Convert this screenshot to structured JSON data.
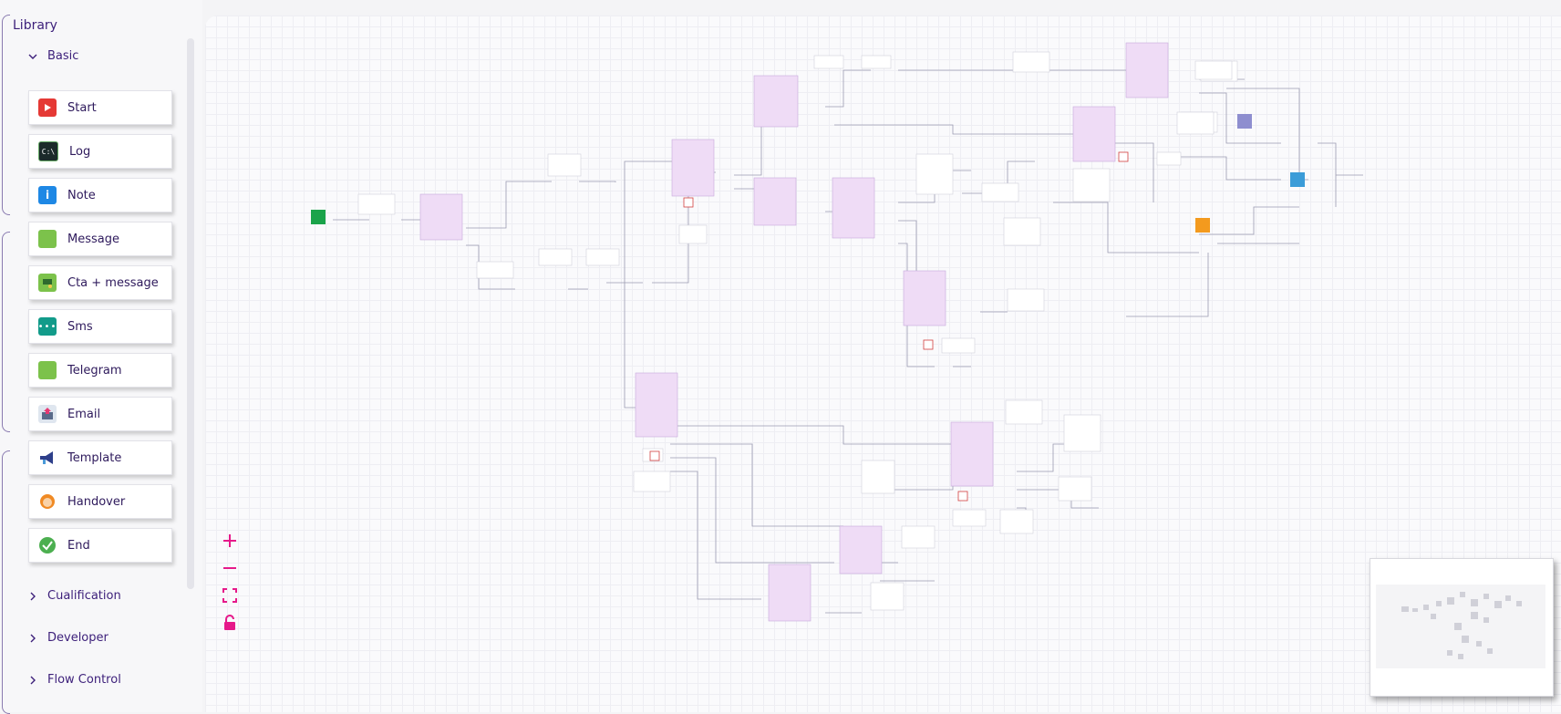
{
  "library": {
    "title": "Library",
    "basic": {
      "label": "Basic",
      "items": [
        {
          "label": "Start",
          "icon": "play-icon",
          "color": "#e53935"
        },
        {
          "label": "Log",
          "icon": "terminal-icon",
          "color": "#1b2a2a"
        },
        {
          "label": "Note",
          "icon": "info-icon",
          "color": "#1e88e5"
        },
        {
          "label": "Message",
          "icon": "message-icon",
          "color": "#7cc24b"
        },
        {
          "label": "Cta + message",
          "icon": "cta-message-icon",
          "color": "#7cc24b"
        },
        {
          "label": "Sms",
          "icon": "sms-icon",
          "color": "#129b8a"
        },
        {
          "label": "Telegram",
          "icon": "telegram-icon",
          "color": "#7cc24b"
        },
        {
          "label": "Email",
          "icon": "email-icon",
          "color": "#5a6a8a"
        },
        {
          "label": "Template",
          "icon": "megaphone-icon",
          "color": "#2e3f8a"
        },
        {
          "label": "Handover",
          "icon": "agent-avatar-icon",
          "color": "#f08a24"
        },
        {
          "label": "End",
          "icon": "check-badge-icon",
          "color": "#4caf50"
        }
      ]
    },
    "collapsed_sections": [
      {
        "label": "Cualification"
      },
      {
        "label": "Developer"
      },
      {
        "label": "Flow Control"
      }
    ]
  },
  "canvas": {
    "accent_color": "#e6198a",
    "node_fill": "#efdcf6",
    "node_border": "#c7a9dd"
  },
  "zoom_controls": [
    {
      "name": "zoom-in-button",
      "icon": "plus-icon"
    },
    {
      "name": "zoom-out-button",
      "icon": "minus-icon"
    },
    {
      "name": "fit-view-button",
      "icon": "fit-screen-icon"
    },
    {
      "name": "lock-button",
      "icon": "lock-icon"
    }
  ]
}
